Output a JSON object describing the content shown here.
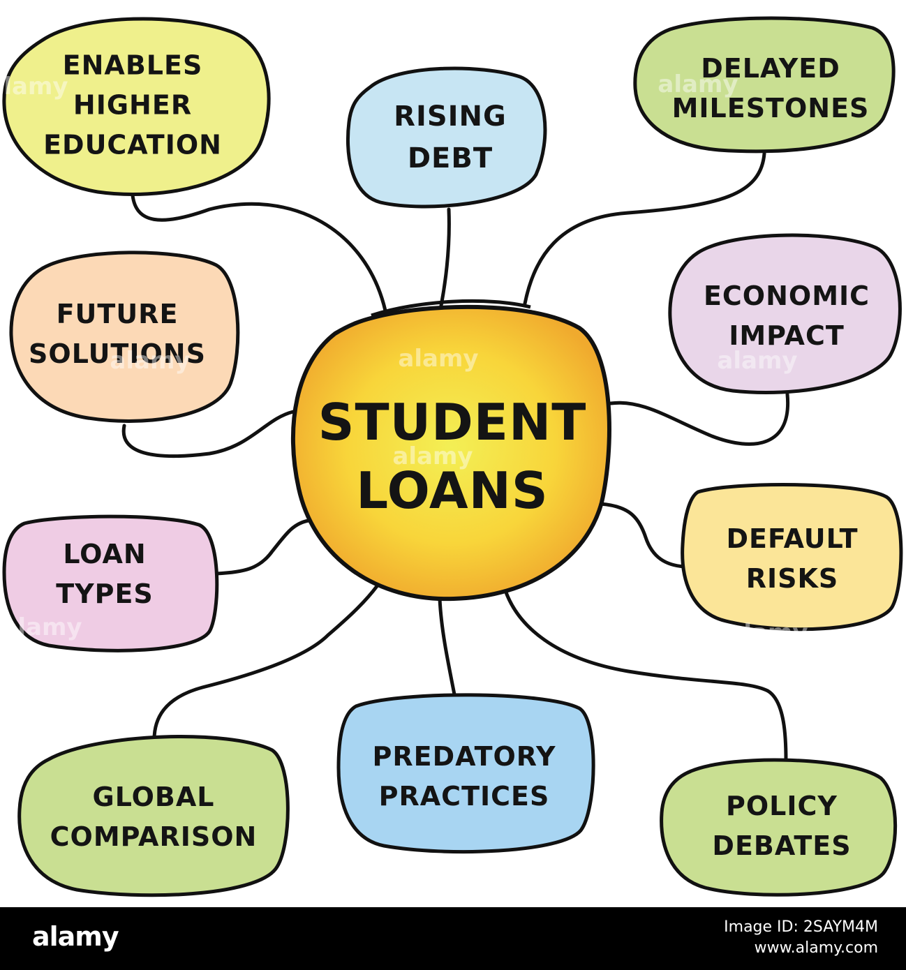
{
  "center": {
    "lines": [
      "STUDENT",
      "LOANS"
    ]
  },
  "nodes": [
    {
      "id": "enables-higher-education",
      "lines": [
        "ENABLES",
        "HIGHER",
        "EDUCATION"
      ],
      "color": "#eff08c"
    },
    {
      "id": "rising-debt",
      "lines": [
        "RISING",
        "DEBT"
      ],
      "color": "#c7e5f3"
    },
    {
      "id": "delayed-milestones",
      "lines": [
        "DELAYED",
        "MILESTONES"
      ],
      "color": "#c9df92"
    },
    {
      "id": "future-solutions",
      "lines": [
        "FUTURE",
        "SOLUTIONS"
      ],
      "color": "#fcd9b6"
    },
    {
      "id": "economic-impact",
      "lines": [
        "ECONOMIC",
        "IMPACT"
      ],
      "color": "#e9d6e9"
    },
    {
      "id": "loan-types",
      "lines": [
        "LOAN",
        "TYPES"
      ],
      "color": "#efcce4"
    },
    {
      "id": "default-risks",
      "lines": [
        "DEFAULT",
        "RISKS"
      ],
      "color": "#fbe598"
    },
    {
      "id": "global-comparison",
      "lines": [
        "GLOBAL",
        "COMPARISON"
      ],
      "color": "#c9df92"
    },
    {
      "id": "predatory-practices",
      "lines": [
        "PREDATORY",
        "PRACTICES"
      ],
      "color": "#a8d5f2"
    },
    {
      "id": "policy-debates",
      "lines": [
        "POLICY",
        "DEBATES"
      ],
      "color": "#c9df92"
    }
  ],
  "watermark": "alamy",
  "footer": {
    "logo": "alamy",
    "image_id": "Image ID: 2SAYM4M",
    "site": "www.alamy.com"
  }
}
